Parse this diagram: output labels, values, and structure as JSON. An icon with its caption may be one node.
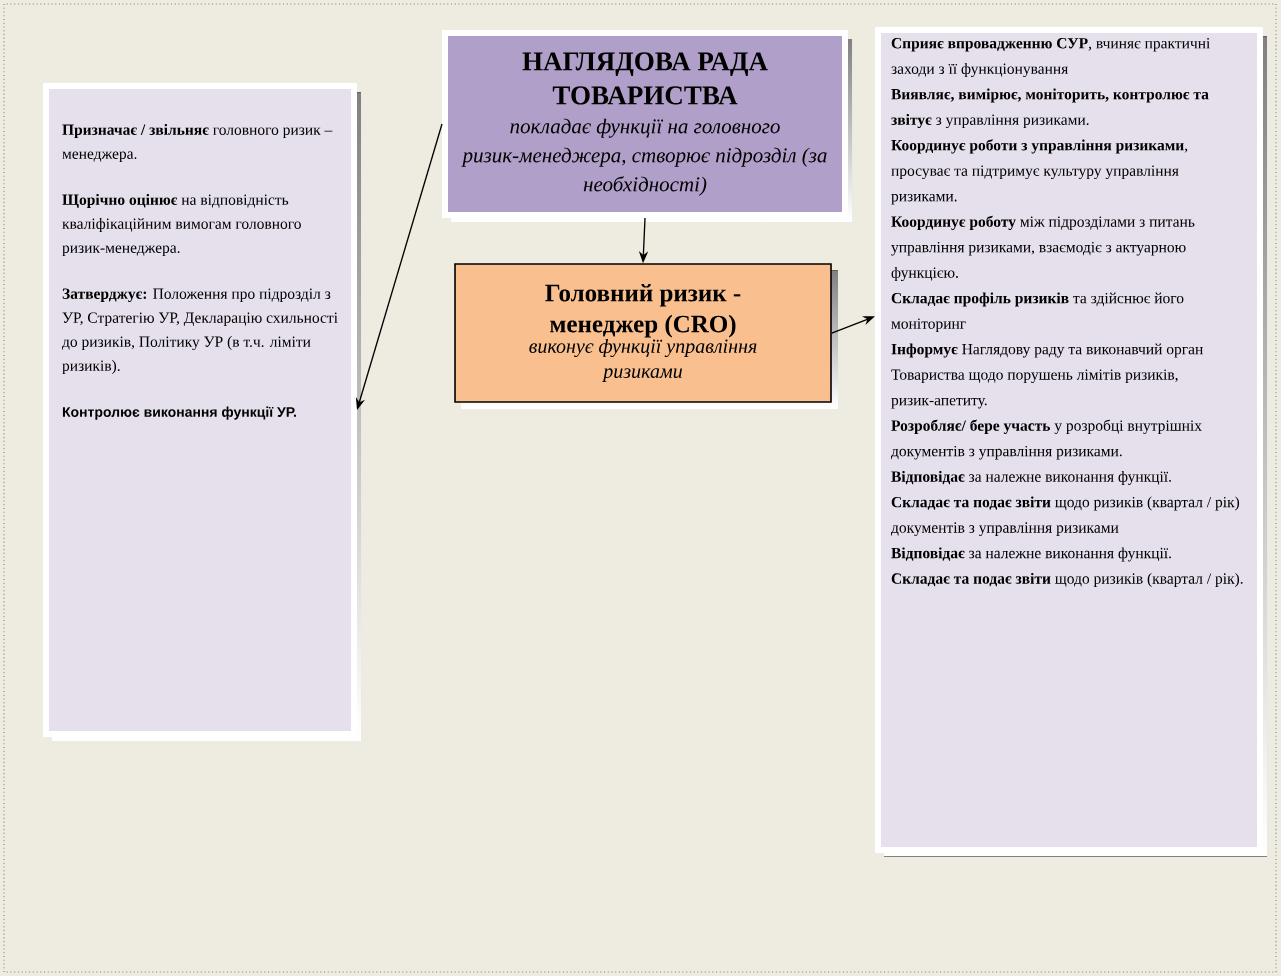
{
  "diagram": {
    "nodes": [
      {
        "text": [
          "НАГЛЯДОВА РАДА ТОВАРИСТВА",
          "покладає функції на головного ризик-менеджера, створює підрозділ (за необхідності)"
        ]
      },
      {
        "text": [
          "**Призначає / звільняє** головного ризик – менеджера.",
          "**Щорічно оцінює** на відповідність кваліфікаційним вимогам головного ризик-менеджера.",
          "**Затверджує:** Положення про підрозділ з УР, Стратегію УР, Декларацію схильності до ризиків, Політику УР (в т.ч. ліміти ризиків).",
          "Контролює виконання функції УР."
        ]
      },
      {
        "text": [
          "Головний ризик - менеджер (CRO)",
          "виконує функції управління ризиками"
        ]
      },
      {
        "text": [
          "**Сприяє впровадженню СУР**, вчиняє практичні заходи з її функціонування",
          "**Виявляє, вимірює, моніторить, контролює та звітує** з управління ризиками.",
          "**Координує роботи з управління ризиками**, просуває та підтримує культуру управління ризиками.",
          "**Координує роботу** між підрозділами з питань управління ризиками, взаємодіє з актуарною функцією.",
          "**Складає профіль ризиків** та здійснює його моніторинг",
          "**Інформує** Наглядову раду та виконавчий орган Товариства щодо порушень лімітів ризиків, ризик-апетиту.",
          "**Розробляє/ бере участь** у розробці внутрішніх документів з управління ризиками.",
          "**Відповідає** за належне виконання функції.",
          "**Складає та подає звіти** щодо ризиків (квартал / рік) документів з управління ризиками",
          "**Відповідає** за належне виконання функції.",
          "**Складає та подає звіти** щодо ризиків (квартал / рік)."
        ]
      }
    ],
    "edges": [
      {
        "from": 0,
        "to": 1,
        "arrow": "to"
      },
      {
        "from": 0,
        "to": 2,
        "arrow": "to"
      },
      {
        "from": 2,
        "to": 3,
        "arrow": "to"
      }
    ]
  }
}
